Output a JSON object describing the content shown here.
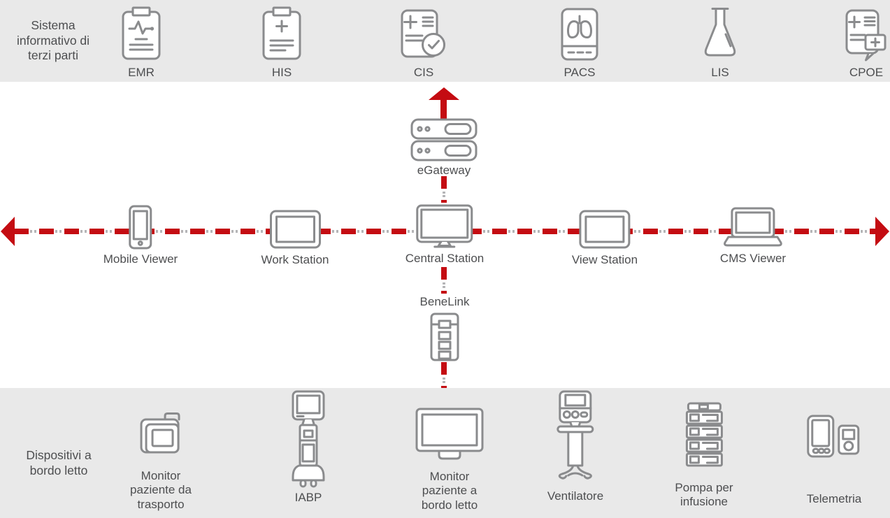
{
  "colors": {
    "red": "#c40c12",
    "band": "#e9e9e9",
    "stroke": "#8a8b8d",
    "text": "#4d4e50",
    "dot": "#b5b5b7"
  },
  "top_band": {
    "title": "Sistema\ninformativo di\nterzi parti",
    "items": [
      {
        "label": "EMR",
        "icon": "clipboard-ecg-icon"
      },
      {
        "label": "HIS",
        "icon": "clipboard-plus-icon"
      },
      {
        "label": "CIS",
        "icon": "document-check-icon"
      },
      {
        "label": "PACS",
        "icon": "lungs-scan-icon"
      },
      {
        "label": "LIS",
        "icon": "flask-icon"
      },
      {
        "label": "CPOE",
        "icon": "document-chat-icon"
      }
    ]
  },
  "network": {
    "gateway": {
      "label": "eGateway",
      "icon": "server-stack-icon"
    },
    "stations": [
      {
        "label": "Mobile Viewer",
        "icon": "smartphone-icon"
      },
      {
        "label": "Work Station",
        "icon": "tablet-icon"
      },
      {
        "label": "Central Station",
        "icon": "monitor-icon"
      },
      {
        "label": "View Station",
        "icon": "tablet-icon"
      },
      {
        "label": "CMS Viewer",
        "icon": "laptop-icon"
      }
    ],
    "benelink": {
      "label": "BeneLink",
      "icon": "module-rack-icon"
    }
  },
  "bottom_band": {
    "title": "Dispositivi a\nbordo letto",
    "items": [
      {
        "label": "Monitor\npaziente da\ntrasporto",
        "icon": "transport-monitor-icon"
      },
      {
        "label": "IABP",
        "icon": "iabp-pump-icon"
      },
      {
        "label": "Monitor\npaziente a\nbordo letto",
        "icon": "bedside-monitor-icon"
      },
      {
        "label": "Ventilatore",
        "icon": "ventilator-icon"
      },
      {
        "label": "Pompa per\ninfusione",
        "icon": "infusion-pump-icon"
      },
      {
        "label": "Telemetria",
        "icon": "telemetry-icon"
      }
    ]
  }
}
